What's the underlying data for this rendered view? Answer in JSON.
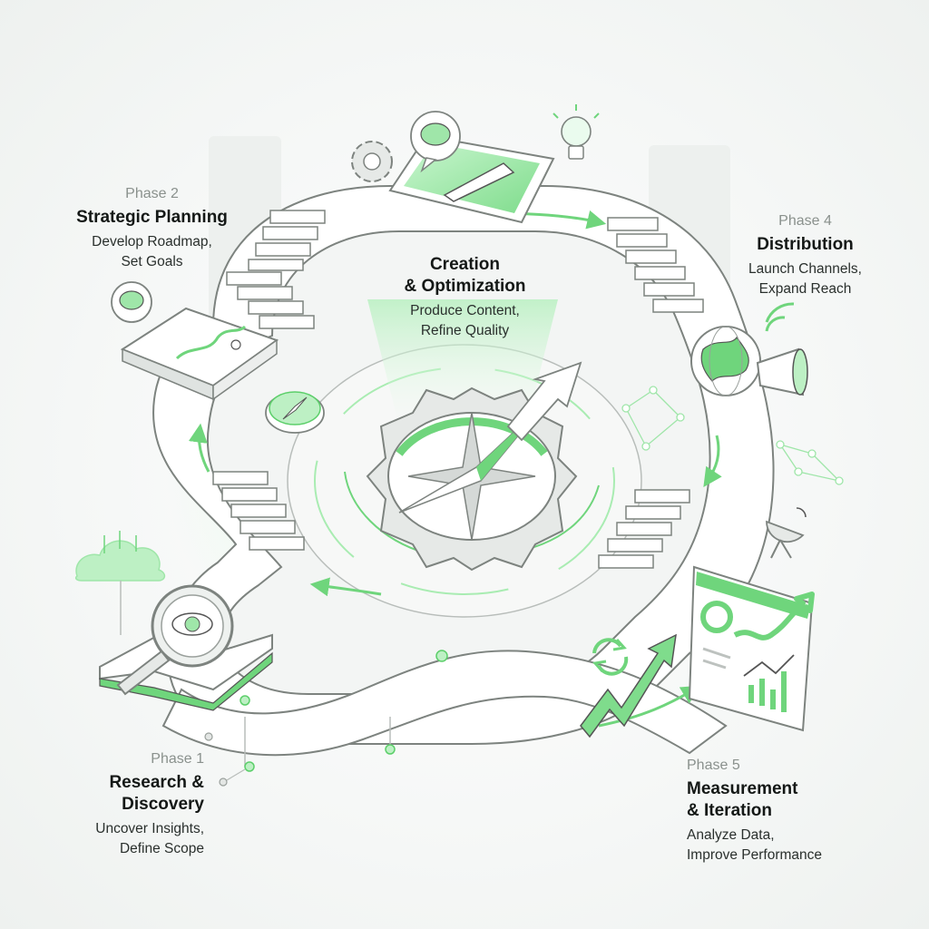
{
  "phases": [
    {
      "id": "p1",
      "number": "Phase 1",
      "title": [
        "Research &",
        "Discovery"
      ],
      "desc": [
        "Uncover Insights,",
        "Define Scope"
      ]
    },
    {
      "id": "p2",
      "number": "Phase 2",
      "title": [
        "Strategic Planning"
      ],
      "desc": [
        "Develop Roadmap,",
        "Set Goals"
      ]
    },
    {
      "id": "p3",
      "number": "",
      "title": [
        "Creation",
        "& Optimization"
      ],
      "desc": [
        "Produce Content,",
        "Refine Quality"
      ]
    },
    {
      "id": "p4",
      "number": "Phase 4",
      "title": [
        "Distribution"
      ],
      "desc": [
        "Launch Channels,",
        "Expand Reach"
      ]
    },
    {
      "id": "p5",
      "number": "Phase 5",
      "title": [
        "Measurement",
        "& Iteration"
      ],
      "desc": [
        "Analyze Data,",
        "Improve Performance"
      ]
    }
  ],
  "colors": {
    "accent": "#5ccf6a",
    "accent_light": "#bdf0c4",
    "line": "#7d837f",
    "surface": "#ffffff",
    "shade": "#e3e6e4"
  },
  "icons": [
    "gear-icon",
    "brain-bubble-icon",
    "tablet-pencil-icon",
    "lightbulb-icon",
    "chessboard-icon",
    "compass-icon",
    "compass-gear-icon",
    "globe-icon",
    "megaphone-icon",
    "network-icon",
    "satellite-dish-icon",
    "cloud-icon",
    "magnifier-eye-icon",
    "book-icon",
    "dashboard-icon",
    "refresh-icon",
    "trend-arrow-icon"
  ]
}
